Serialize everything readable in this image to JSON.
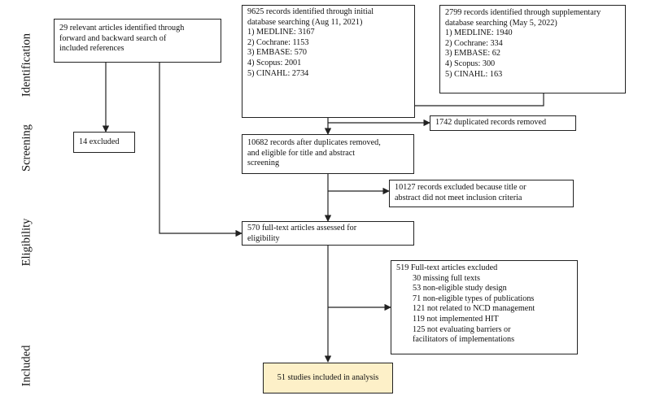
{
  "stages": {
    "identification": "Identification",
    "screening": "Screening",
    "eligibility": "Eligibility",
    "included": "Included"
  },
  "boxes": {
    "references": {
      "lines": [
        "29 relevant articles identified through",
        "forward and backward search of",
        "included references"
      ]
    },
    "initial_search": {
      "lines": [
        "9625 records identified through initial",
        "database searching (Aug 11, 2021)"
      ],
      "items": [
        "1)   MEDLINE: 3167",
        "2)   Cochrane: 1153",
        "3)   EMBASE: 570",
        "4)   Scopus: 2001",
        "5)   CINAHL: 2734"
      ]
    },
    "supplementary_search": {
      "lines": [
        "2799 records identified through supplementary",
        "database searching (May 5, 2022)"
      ],
      "items": [
        "1)   MEDLINE: 1940",
        "2)   Cochrane: 334",
        "3)   EMBASE: 62",
        "4)   Scopus: 300",
        "5)   CINAHL: 163"
      ]
    },
    "excluded_14": {
      "lines": [
        "14 excluded"
      ]
    },
    "duplicates_removed": {
      "lines": [
        "1742 duplicated records removed"
      ]
    },
    "after_duplicates": {
      "lines": [
        "10682 records after duplicates removed,",
        "and eligible for title and abstract",
        "screening"
      ]
    },
    "title_abstract_excluded": {
      "lines": [
        "10127 records excluded because title or",
        "abstract did not meet inclusion criteria"
      ]
    },
    "fulltext_assessed": {
      "lines": [
        "570 full-text articles assessed for",
        "eligibility"
      ]
    },
    "fulltext_excluded": {
      "lines": [
        "519 Full-text articles excluded"
      ],
      "items": [
        "30 missing full texts",
        "53 non-eligible study design",
        "71 non-eligible types of publications",
        "121 not related to NCD management",
        "119 not implemented HIT",
        "125 not evaluating barriers or",
        "facilitators of implementations"
      ]
    },
    "included": {
      "lines": [
        "51 studies included in analysis"
      ]
    }
  },
  "colors": {
    "line": "#222222",
    "included_fill": "#fdf0c8",
    "box_fill": "#ffffff"
  }
}
